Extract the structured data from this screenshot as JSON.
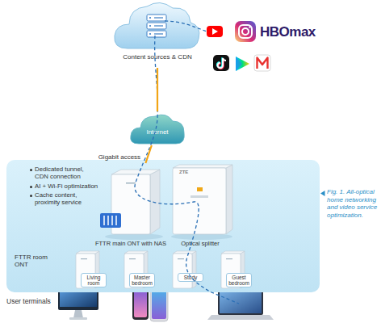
{
  "diagram": {
    "caption": "Fig. 1. All-optical home networking and video service optimization.",
    "nodes": [
      {
        "text": [
          "Content sources & CDN"
        ]
      },
      {
        "text": [
          "Internet"
        ]
      },
      {
        "text": [
          "Dedicated tunnel, CDN connection",
          "AI + Wi-Fi optimization",
          "Cache content, proximity service",
          "FTTR room ONT"
        ]
      },
      {
        "text": [
          "FTTR main ONT with NAS"
        ],
        "in": 2
      },
      {
        "text": [
          "Optical splitter"
        ],
        "in": 2
      },
      {
        "text": [
          "Living room"
        ],
        "in": 2
      },
      {
        "text": [
          "Master bedroom"
        ],
        "in": 2
      },
      {
        "text": [
          "Study"
        ],
        "in": 2
      },
      {
        "text": [
          "Guest bedroom"
        ],
        "in": 2
      }
    ],
    "edges": [
      {
        "from": 0,
        "to": 1,
        "arrow": "none"
      },
      {
        "from": 1,
        "to": 3,
        "label": "Gigabit access",
        "arrow": "none"
      }
    ],
    "labels": [
      "HBOmax",
      "ZTE",
      "User terminals"
    ]
  }
}
